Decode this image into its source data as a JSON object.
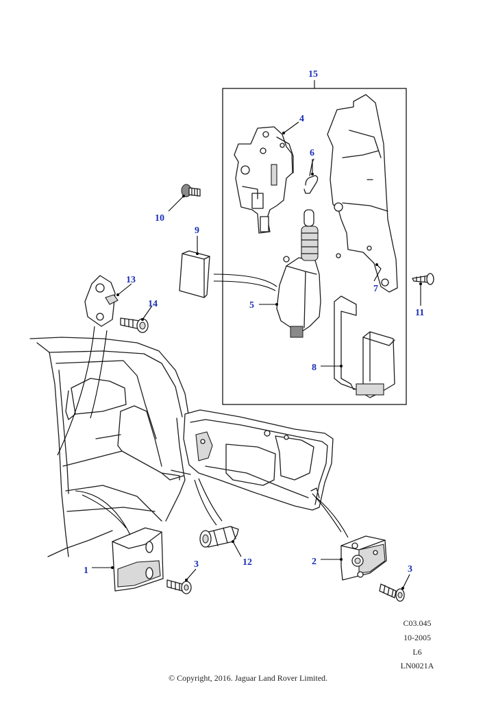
{
  "callouts": {
    "c1": "1",
    "c2": "2",
    "c3a": "3",
    "c3b": "3",
    "c4": "4",
    "c5": "5",
    "c6": "6",
    "c7": "7",
    "c8": "8",
    "c9": "9",
    "c10": "10",
    "c11": "11",
    "c12": "12",
    "c13": "13",
    "c14": "14",
    "c15": "15"
  },
  "meta": {
    "line1": "C03.045",
    "line2": "10-2005",
    "line3": "L6",
    "line4": "LN0021A"
  },
  "footer": {
    "copyright": "© Copyright, 2016. Jaguar Land Rover Limited."
  },
  "colors": {
    "callout": "#1a2fb8",
    "line": "#1b1b1b"
  }
}
